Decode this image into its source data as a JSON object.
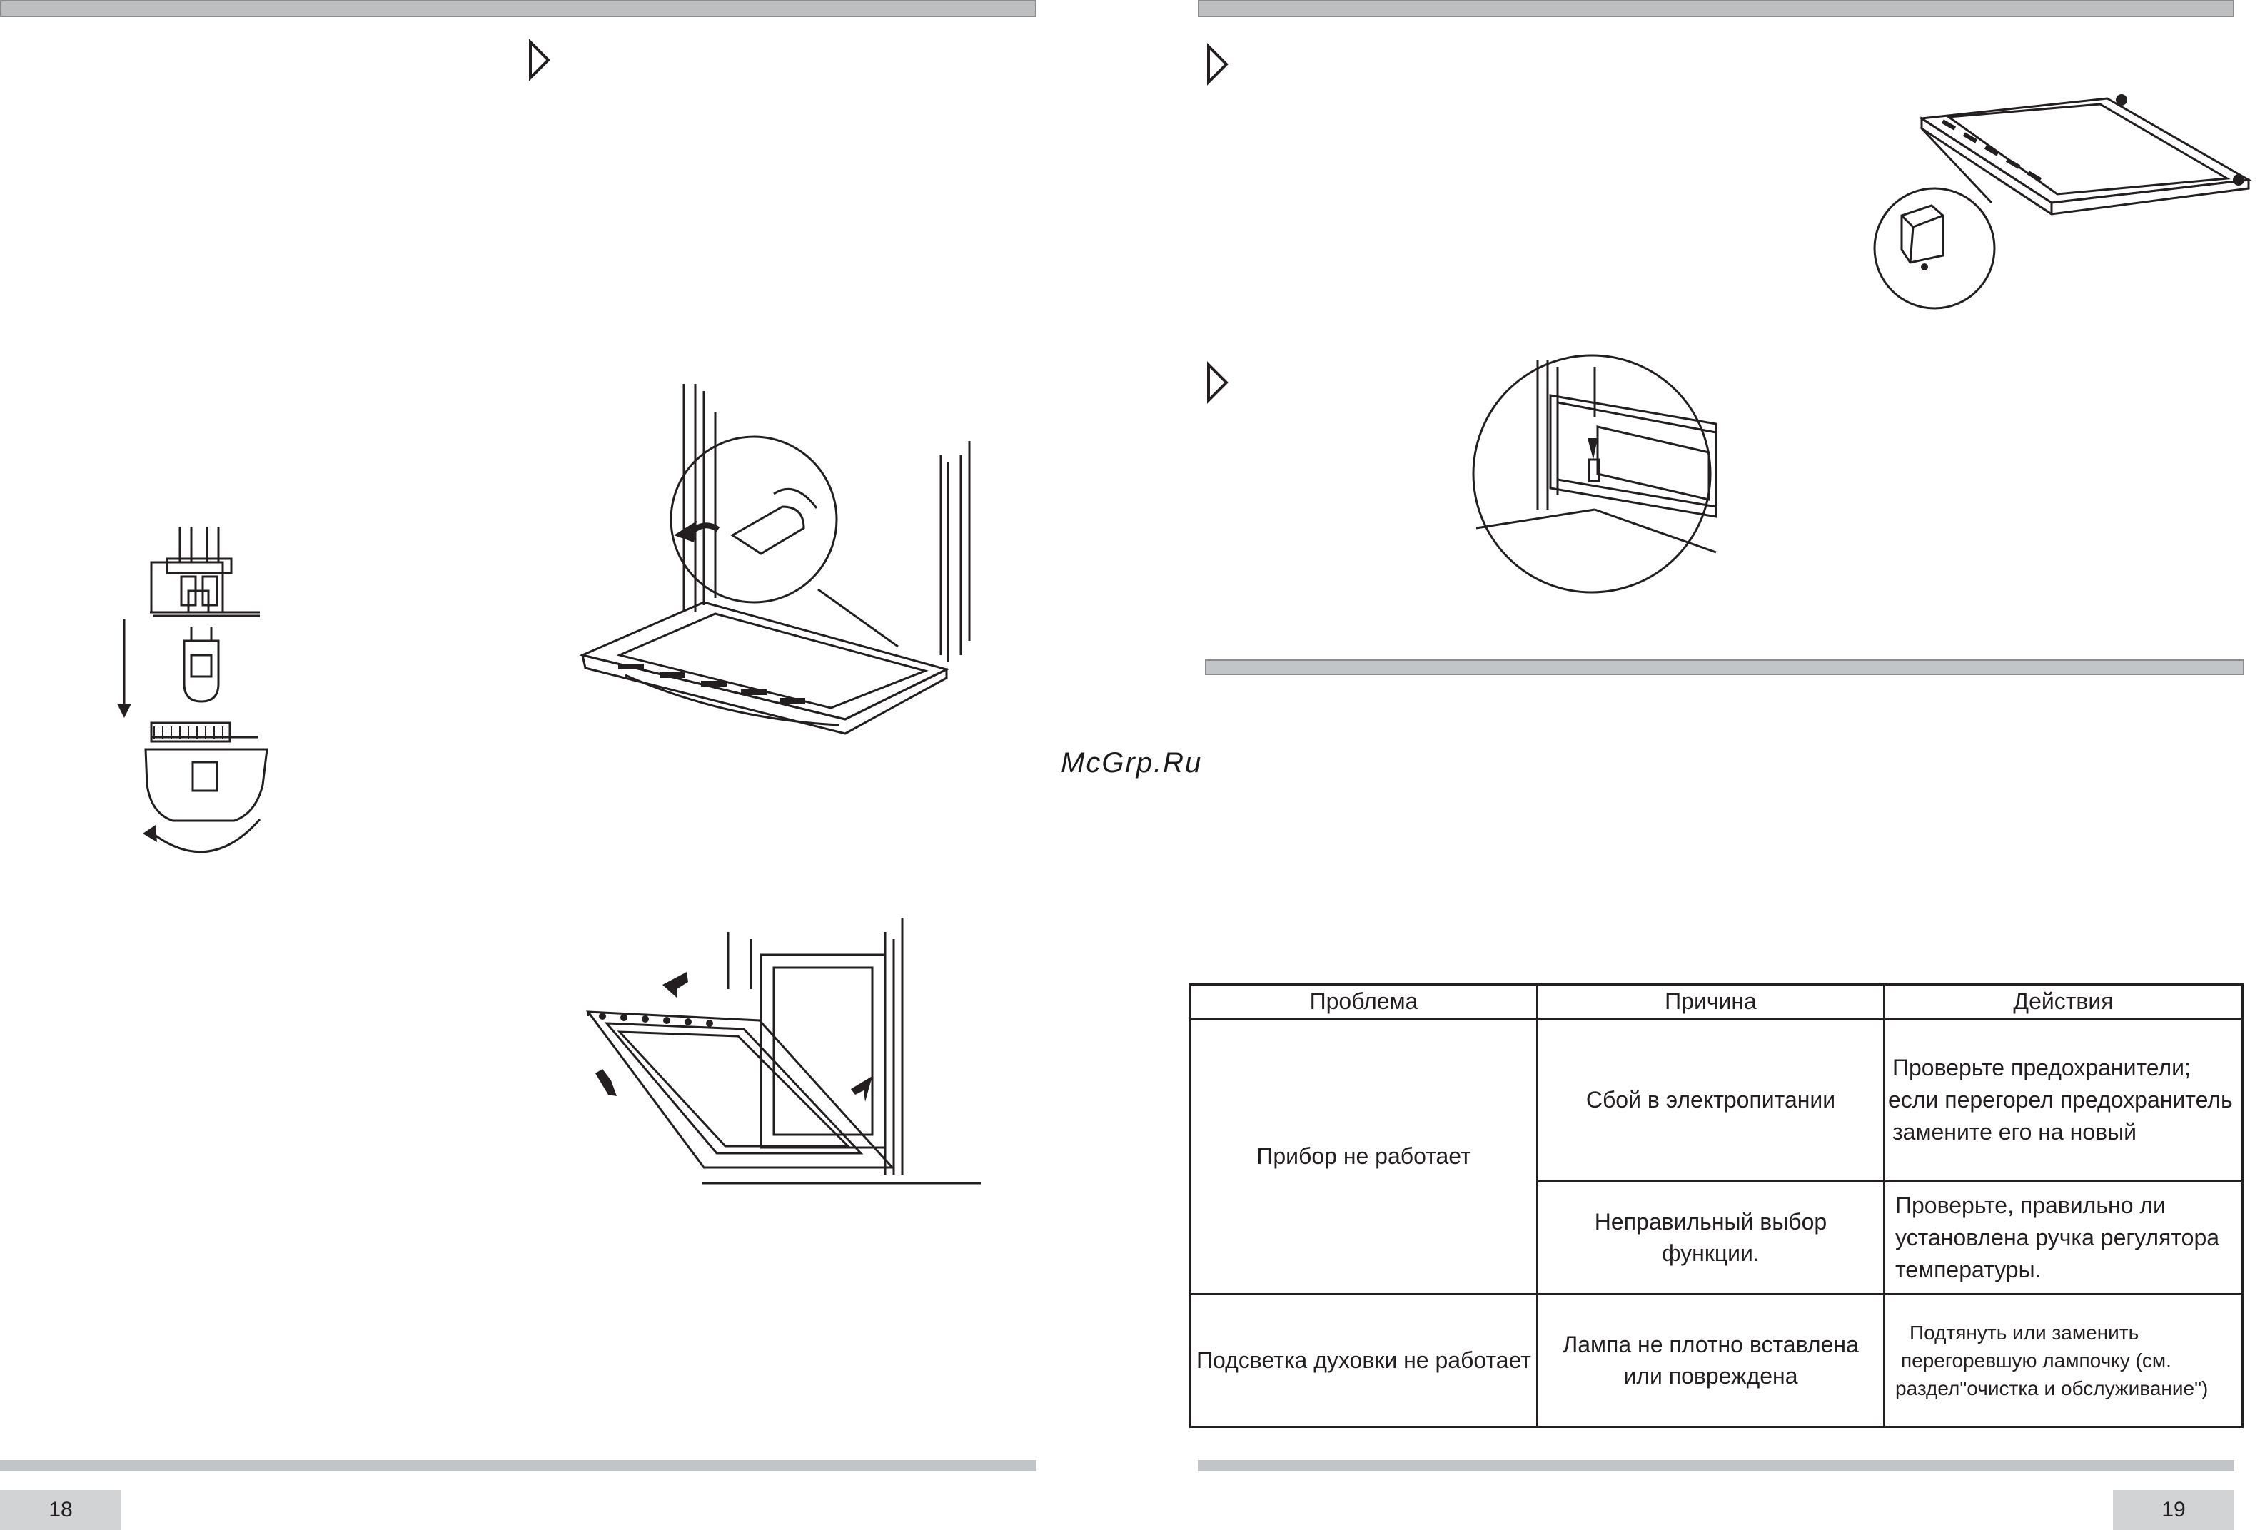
{
  "watermark": "McGrp.Ru",
  "pages": {
    "left_number": "18",
    "right_number": "19"
  },
  "icons": {
    "section_marker": "triangle-outline-marker-icon"
  },
  "table": {
    "headers": [
      "Проблема",
      "Причина",
      "Действия"
    ],
    "rows": [
      {
        "problem": "Прибор не работает",
        "causes": [
          {
            "cause_lines": [
              "Сбой в электропитании"
            ],
            "action_lines": [
              "Проверьте предохранители;",
              "если перегорел предохранитель",
              "замените его на новый"
            ]
          },
          {
            "cause_lines": [
              "Неправильный выбор",
              "функции."
            ],
            "action_lines": [
              "Проверьте, правильно ли",
              "установлена ручка регулятора",
              "температуры."
            ]
          }
        ]
      },
      {
        "problem": "Подсветка духовки не работает",
        "causes": [
          {
            "cause_lines": [
              "Лампа не плотно вставлена",
              "или повреждена"
            ],
            "action_lines": [
              "Подтянуть или заменить",
              "перегоревшую лампочку (см.",
              "раздел\"очистка и обслуживание\")"
            ]
          }
        ]
      }
    ]
  }
}
